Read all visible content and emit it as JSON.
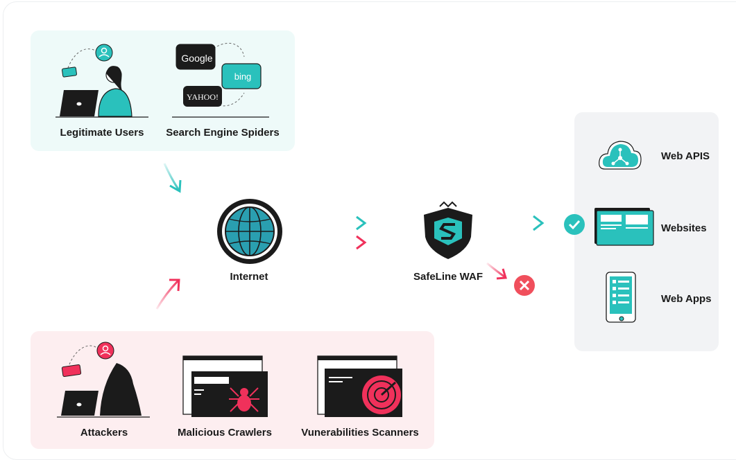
{
  "sources": {
    "good": [
      {
        "label": "Legitimate Users"
      },
      {
        "label": "Search Engine Spiders"
      }
    ],
    "bad": [
      {
        "label": "Attackers"
      },
      {
        "label": "Malicious Crawlers"
      },
      {
        "label": "Vunerabilities Scanners"
      }
    ],
    "logos": {
      "google": "Google",
      "bing": "bing",
      "yahoo": "YAHOO!"
    }
  },
  "internet": {
    "label": "Internet"
  },
  "waf": {
    "label": "SafeLine WAF"
  },
  "destinations": [
    {
      "label": "Web APIS",
      "icon": "cloud-api-icon"
    },
    {
      "label": "Websites",
      "icon": "website-icon"
    },
    {
      "label": "Web Apps",
      "icon": "mobile-app-icon"
    }
  ],
  "colors": {
    "teal": "#2ac1bc",
    "red": "#f0315b",
    "dark": "#1b1b1b",
    "good_panel": "#eefaf9",
    "bad_panel": "#fdeef0",
    "dest_panel": "#f2f3f5"
  }
}
